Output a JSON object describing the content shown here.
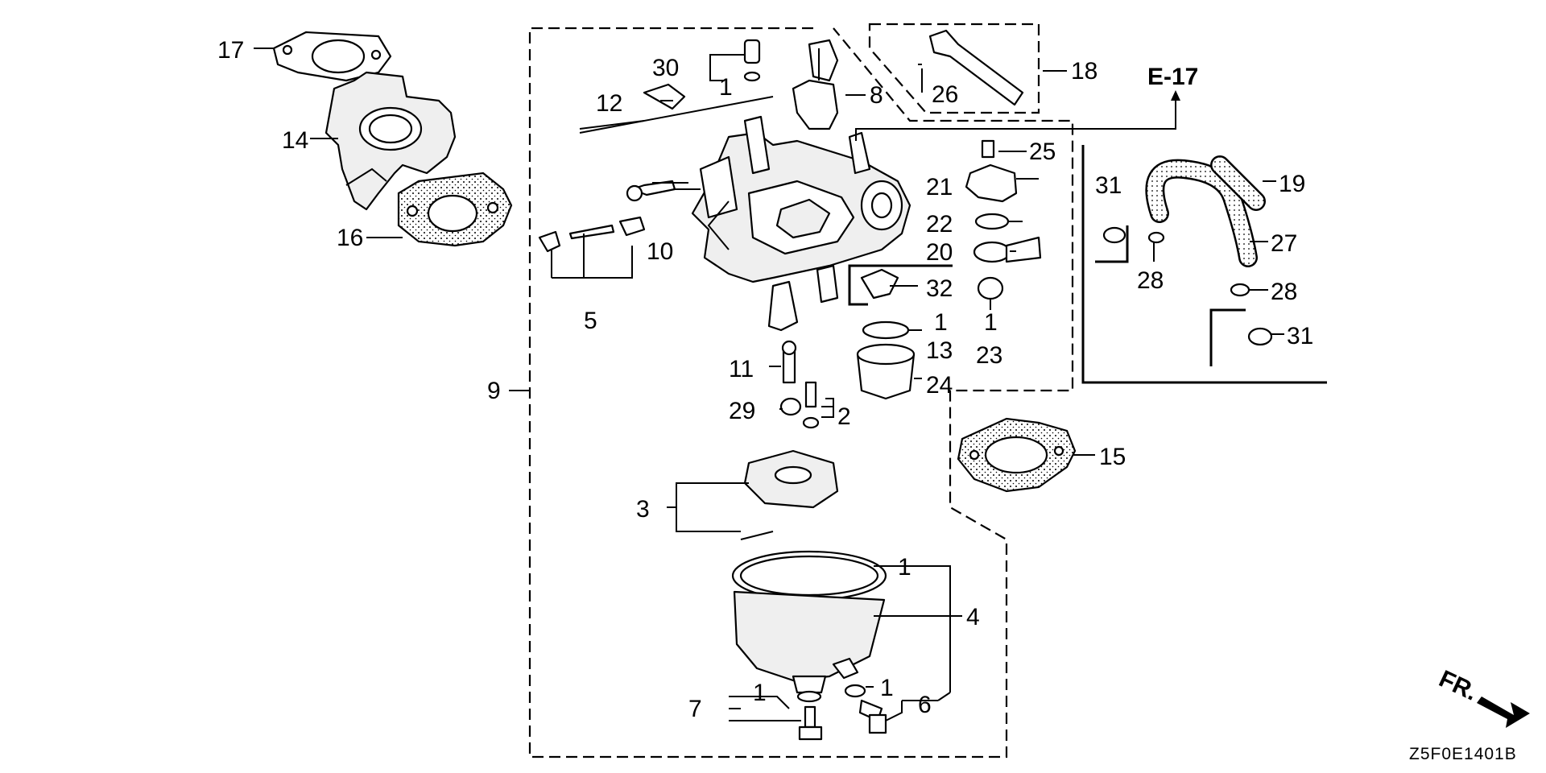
{
  "diagram": {
    "diagram_code": "Z5F0E1401B",
    "reference": "E-17",
    "direction_label": "FR.",
    "callouts": [
      "1",
      "2",
      "3",
      "4",
      "5",
      "6",
      "7",
      "8",
      "9",
      "10",
      "11",
      "12",
      "13",
      "14",
      "15",
      "16",
      "17",
      "18",
      "19",
      "20",
      "21",
      "22",
      "23",
      "24",
      "25",
      "26",
      "27",
      "28",
      "29",
      "30",
      "31",
      "32"
    ]
  },
  "callouts": {
    "c1a": "1",
    "c1b": "1",
    "c1c": "1",
    "c1d": "1",
    "c1e": "1",
    "c1f": "1",
    "c2": "2",
    "c3": "3",
    "c4": "4",
    "c5": "5",
    "c6": "6",
    "c7": "7",
    "c8": "8",
    "c9": "9",
    "c10": "10",
    "c11": "11",
    "c12": "12",
    "c13": "13",
    "c14": "14",
    "c15": "15",
    "c16": "16",
    "c17": "17",
    "c18": "18",
    "c19": "19",
    "c20": "20",
    "c21": "21",
    "c22": "22",
    "c23": "23",
    "c24": "24",
    "c25": "25",
    "c26": "26",
    "c27": "27",
    "c28a": "28",
    "c28b": "28",
    "c29": "29",
    "c30": "30",
    "c31a": "31",
    "c31b": "31",
    "c32": "32"
  }
}
